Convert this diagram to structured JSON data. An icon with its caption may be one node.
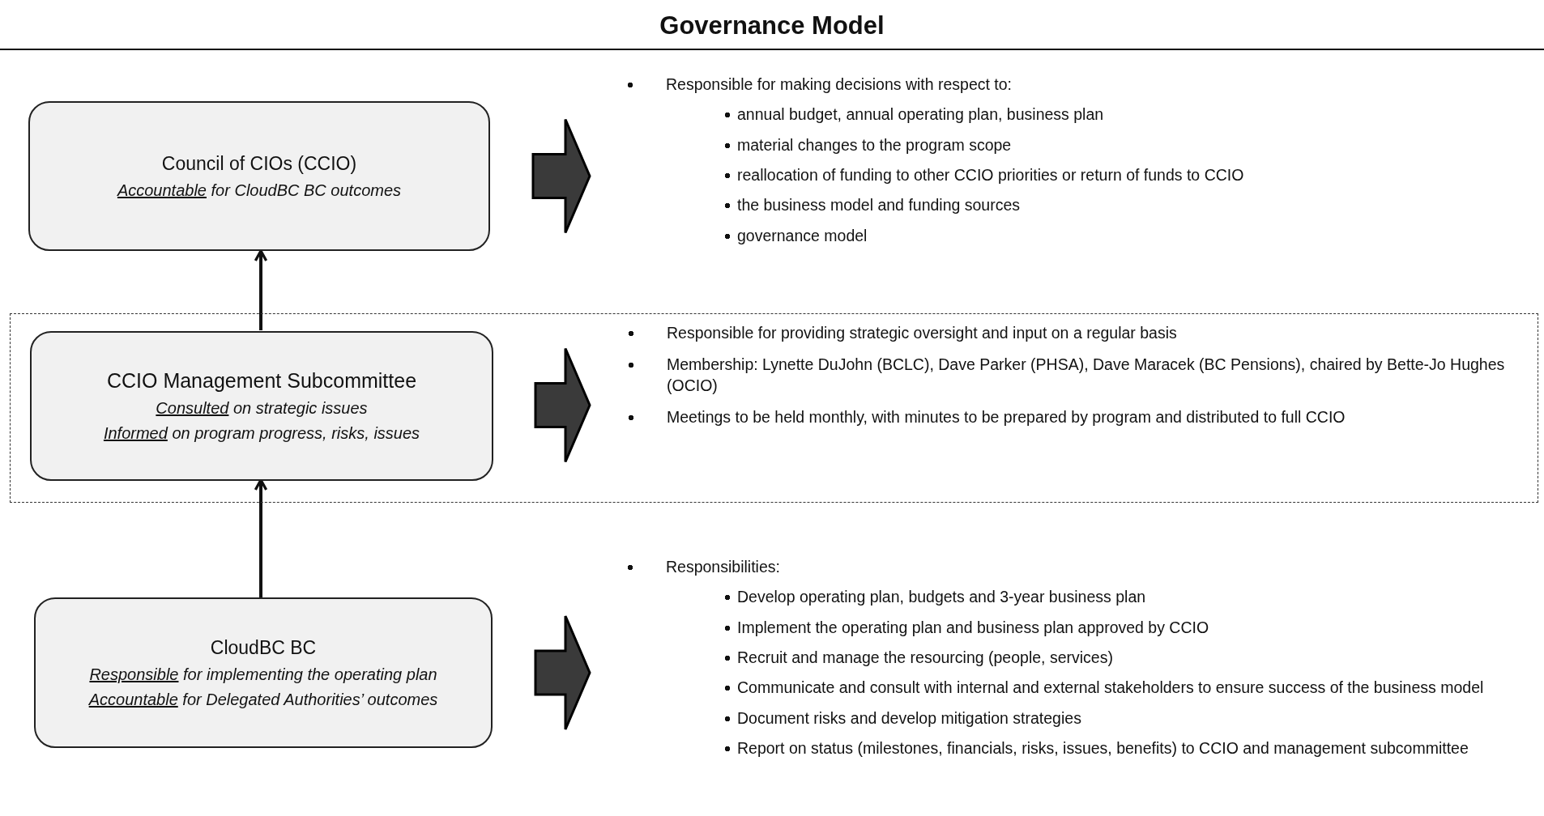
{
  "diagram": {
    "title": "Governance Model",
    "nodes": [
      {
        "text": [
          "Council of CIOs (CCIO)",
          "Accountable for CloudBC BC outcomes"
        ]
      },
      {
        "text": [
          "Responsible for making decisions with respect to:",
          "annual budget, annual operating plan, business plan",
          "material changes to the program scope",
          "reallocation of funding to other CCIO priorities or return of funds to CCIO",
          "the business model and funding sources",
          "governance model"
        ]
      },
      {
        "text": [],
        "shape": "box"
      },
      {
        "text": [
          "CCIO Management Subcommittee",
          "Consulted on strategic issues",
          "Informed on program progress, risks, issues"
        ],
        "in": 2
      },
      {
        "text": [
          "Responsible for providing strategic oversight and input on a regular basis",
          "Membership: Lynette DuJohn (BCLC), Dave Parker (PHSA), Dave Maracek (BC Pensions), chaired by Bette-Jo Hughes (OCIO)",
          "Meetings to be held monthly, with minutes to be prepared by program and distributed to full CCIO"
        ],
        "in": 2
      },
      {
        "text": [
          "CloudBC BC",
          "Responsible for implementing the operating plan",
          "Accountable for Delegated Authorities’ outcomes"
        ]
      },
      {
        "text": [
          "Responsibilities:",
          "Develop operating plan, budgets and 3-year business plan",
          "Implement the operating plan and business plan approved by CCIO",
          "Recruit and manage the resourcing (people, services)",
          "Communicate and consult with internal and external stakeholders to ensure success of the business model",
          "Document risks and develop mitigation strategies",
          "Report on status (milestones, financials, risks, issues, benefits) to CCIO and management subcommittee"
        ]
      }
    ],
    "edges": [
      {
        "from": 0,
        "to": 1,
        "arrow": "to",
        "style": "thick"
      },
      {
        "from": 3,
        "to": 4,
        "arrow": "to",
        "style": "thick"
      },
      {
        "from": 5,
        "to": 6,
        "arrow": "to",
        "style": "thick"
      },
      {
        "from": 3,
        "to": 0,
        "arrow": "to"
      },
      {
        "from": 5,
        "to": 3,
        "arrow": "to"
      }
    ]
  }
}
